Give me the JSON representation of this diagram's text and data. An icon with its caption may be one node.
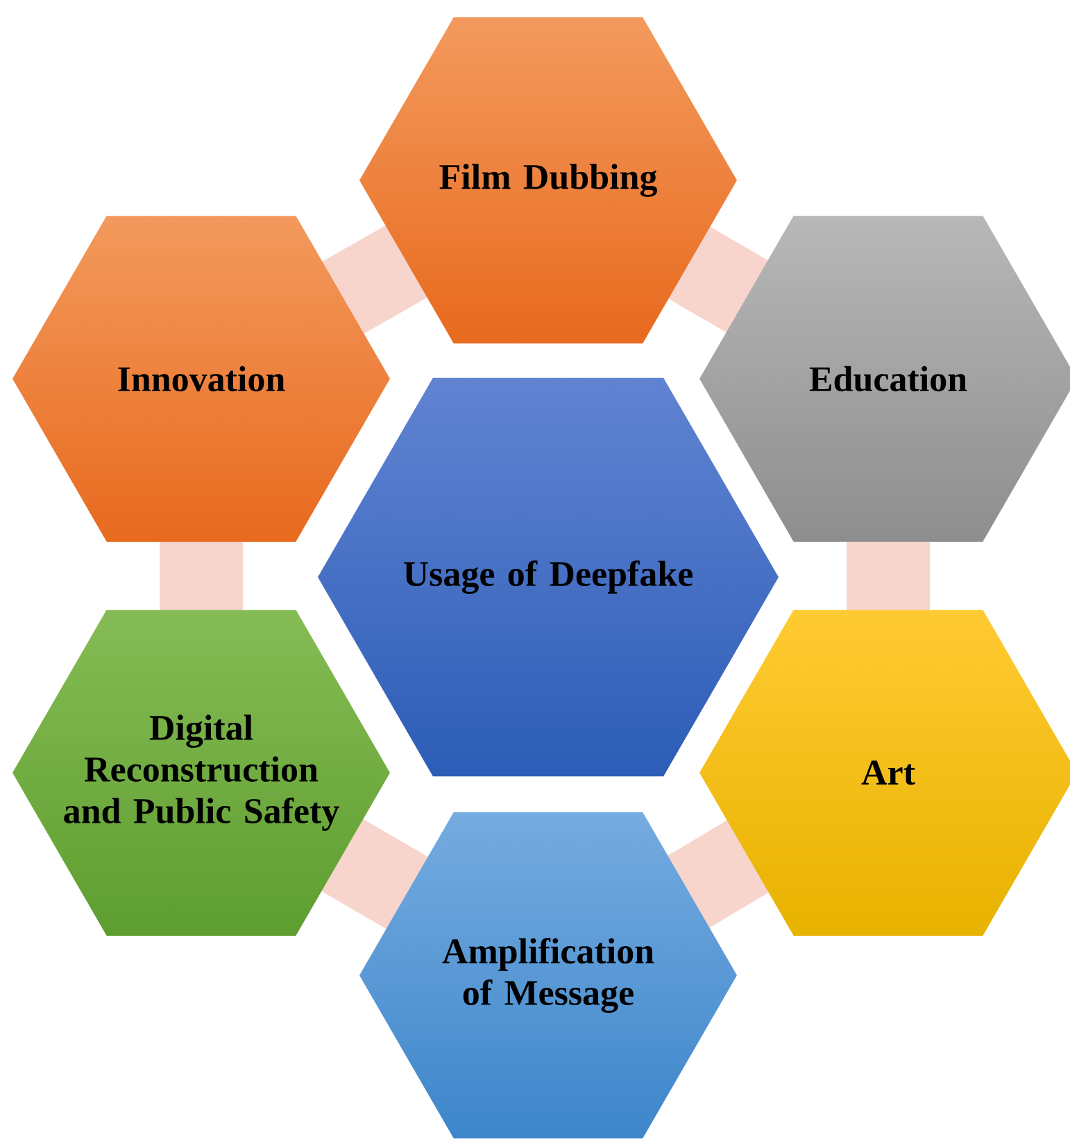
{
  "diagram": {
    "nodes": [
      {
        "text": [
          "Film Dubbing"
        ]
      },
      {
        "text": [
          "Innovation"
        ]
      },
      {
        "text": [
          "Education"
        ]
      },
      {
        "text": [
          "Usage of Deepfake"
        ]
      },
      {
        "text": [
          "Digital Reconstruction and Public Safety"
        ]
      },
      {
        "text": [
          "Art"
        ]
      },
      {
        "text": [
          "Amplification of Message"
        ]
      }
    ]
  }
}
